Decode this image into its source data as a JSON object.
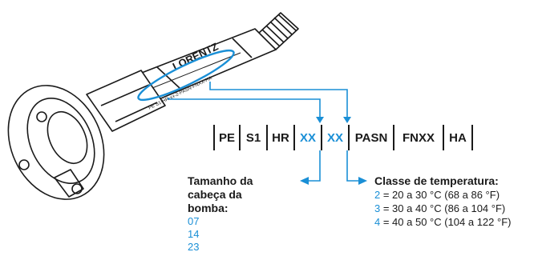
{
  "product": {
    "brand_label": "LORENTZ",
    "part_label": "PE S1-HR-xx-2-PASN-FNXX-HA"
  },
  "code_segments": [
    {
      "text": "PE",
      "highlight": false
    },
    {
      "text": "S1",
      "highlight": false
    },
    {
      "text": "HR",
      "highlight": false
    },
    {
      "text": "XX",
      "highlight": true
    },
    {
      "text": "XX",
      "highlight": true
    },
    {
      "text": "PASN",
      "highlight": false
    },
    {
      "text": "FNXX",
      "highlight": false
    },
    {
      "text": "HA",
      "highlight": false
    }
  ],
  "head_size": {
    "title_line1": "Tamanho da",
    "title_line2": "cabeça da",
    "title_line3": "bomba:",
    "sizes": [
      "07",
      "14",
      "23"
    ]
  },
  "temperature": {
    "title": "Classe de temperatura:",
    "items": [
      {
        "code": "2",
        "text": " = 20 a 30 °C (68 a 86 °F)"
      },
      {
        "code": "3",
        "text": " = 30 a 40 °C (86 a 104 °F)"
      },
      {
        "code": "4",
        "text": " = 40 a 50 °C (104 a 122 °F)"
      }
    ]
  },
  "colors": {
    "accent": "#1a8fd6",
    "text": "#1a1a1a"
  }
}
